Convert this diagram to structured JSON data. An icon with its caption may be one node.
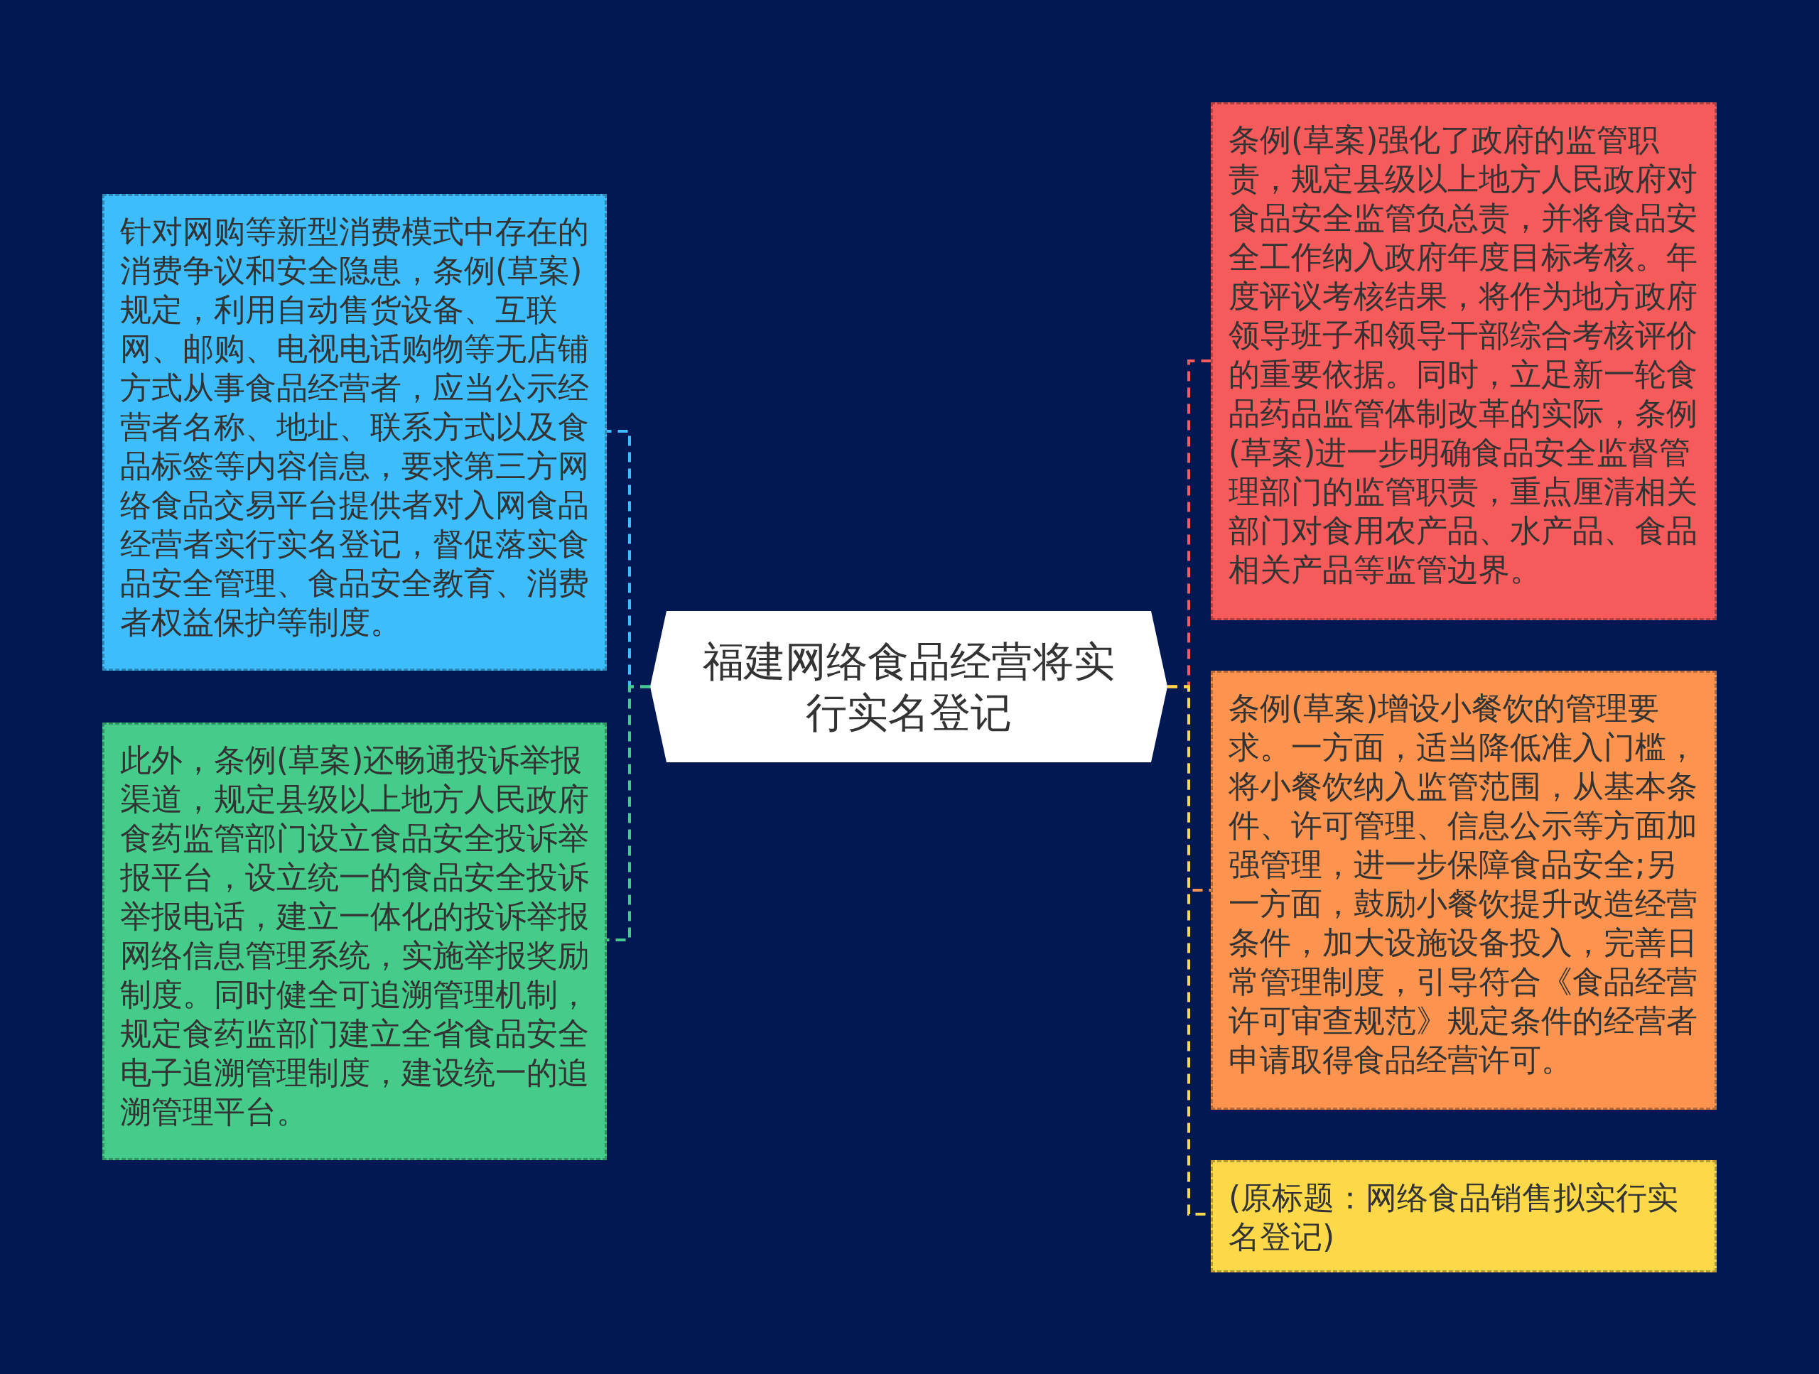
{
  "diagram": {
    "nodes": [
      {
        "text": [
          "福建网络食品经营将实行实名登记"
        ]
      },
      {
        "text": [
          "针对网购等新型消费模式中存在的消费争议和安全隐患，条例(草案)规定，利用自动售货设备、互联网、邮购、电视电话购物等无店铺方式从事食品经营者，应当公示经营者名称、地址、联系方式以及食品标签等内容信息，要求第三方网络食品交易平台提供者对入网食品经营者实行实名登记，督促落实食品安全管理、食品安全教育、消费者权益保护等制度。"
        ]
      },
      {
        "text": [
          "此外，条例(草案)还畅通投诉举报渠道，规定县级以上地方人民政府食药监管部门设立食品安全投诉举报平台，设立统一的食品安全投诉举报电话，建立一体化的投诉举报网络信息管理系统，实施举报奖励制度。同时健全可追溯管理机制，规定食药监部门建立全省食品安全电子追溯管理制度，建设统一的追溯管理平台。"
        ]
      },
      {
        "text": [
          "条例(草案)强化了政府的监管职责，规定县级以上地方人民政府对食品安全监管负总责，并将食品安全工作纳入政府年度目标考核。年度评议考核结果，将作为地方政府领导班子和领导干部综合考核评价的重要依据。同时，立足新一轮食品药品监管体制改革的实际，条例(草案)进一步明确食品安全监督管理部门的监管职责，重点厘清相关部门对食用农产品、水产品、食品相关产品等监管边界。"
        ]
      },
      {
        "text": [
          "条例(草案)增设小餐饮的管理要求。一方面，适当降低准入门槛，将小餐饮纳入监管范围，从基本条件、许可管理、信息公示等方面加强管理，进一步保障食品安全;另一方面，鼓励小餐饮提升改造经营条件，加大设施设备投入，完善日常管理制度，引导符合《食品经营许可审查规范》规定条件的经营者申请取得食品经营许可。"
        ]
      },
      {
        "text": [
          "(原标题：网络食品销售拟实行实名登记)"
        ]
      }
    ],
    "edges": [
      {
        "from": 0,
        "to": 1,
        "arrow": "none",
        "style": "dashed",
        "color": "#3ebdfc"
      },
      {
        "from": 0,
        "to": 2,
        "arrow": "none",
        "style": "dashed",
        "color": "#45cc8b"
      },
      {
        "from": 0,
        "to": 3,
        "arrow": "none",
        "style": "dashed",
        "color": "#f65b5b"
      },
      {
        "from": 0,
        "to": 4,
        "arrow": "none",
        "style": "dashed",
        "color": "#fc9450"
      },
      {
        "from": 0,
        "to": 5,
        "arrow": "none",
        "style": "dashed",
        "color": "#fdd94a"
      }
    ]
  }
}
